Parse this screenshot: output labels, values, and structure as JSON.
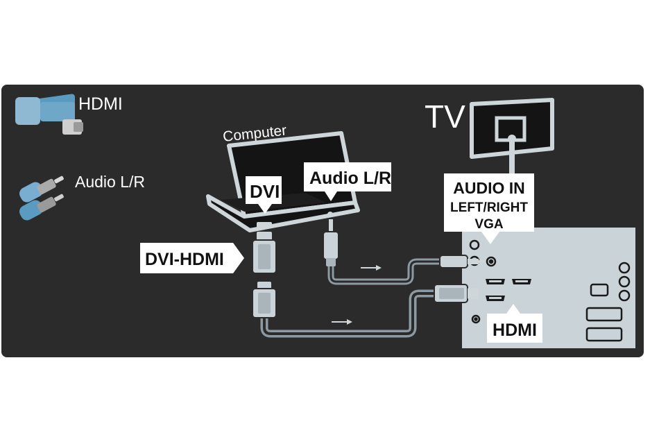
{
  "legend": {
    "hdmi_label": "HDMI",
    "audio_label": "Audio L/R"
  },
  "computer": {
    "title": "Computer",
    "dvi_label": "DVI",
    "audio_label": "Audio L/R"
  },
  "adapter": {
    "label": "DVI-HDMI"
  },
  "tv": {
    "title": "TV",
    "audio_in_line1": "AUDIO IN",
    "audio_in_line2": "LEFT/RIGHT",
    "audio_in_line3": "VGA",
    "hdmi_label": "HDMI"
  },
  "colors": {
    "background": "#2b2b2b",
    "panel": "#c9d3d8",
    "cable": "#8d9aa1",
    "callout": "#ffffff",
    "connector_blue": "#5b9bc2"
  }
}
